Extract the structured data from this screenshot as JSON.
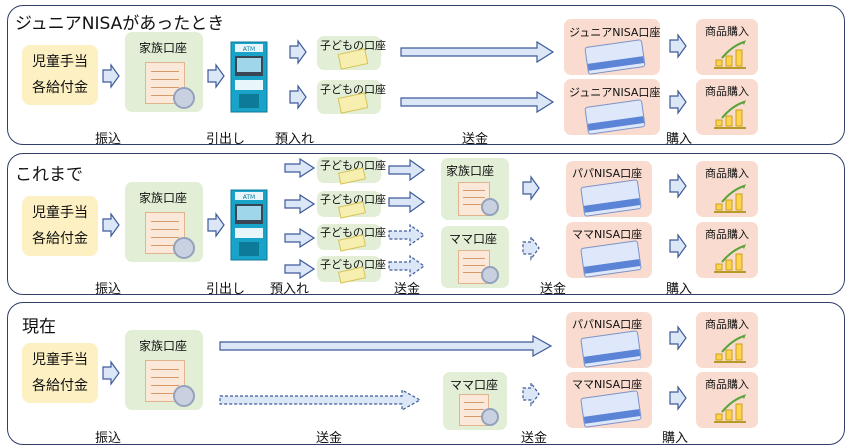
{
  "panels": [
    {
      "title": "ジュニアNISAがあったとき"
    },
    {
      "title": "これまで"
    },
    {
      "title": "現在"
    }
  ],
  "allowance": {
    "line1": "児童手当",
    "line2": "各給付金"
  },
  "labels": {
    "family_account": "家族口座",
    "child_account": "子どもの口座",
    "junior_nisa": "ジュニアNISA口座",
    "papa_nisa": "パパNISA口座",
    "mama_nisa": "ママNISA口座",
    "mama_account": "ママ口座",
    "purchase_item": "商品購入"
  },
  "captions": {
    "transfer": "振込",
    "withdraw": "引出し",
    "deposit": "預入れ",
    "send": "送金",
    "purchase": "購入"
  },
  "icons": {
    "atm": "atm-icon",
    "passbook": "passbook-icon",
    "coin": "coin-icon",
    "nisa_card": "nisa-card-icon",
    "growth": "growth-plant-icon"
  },
  "colors": {
    "panel_border": "#2f3f6a",
    "yellow_box": "#fdf0c2",
    "green_box": "#e2efd6",
    "pink_box": "#f9dccf",
    "arrow_fill": "#dbe7f7",
    "arrow_stroke": "#3d5a9a"
  }
}
